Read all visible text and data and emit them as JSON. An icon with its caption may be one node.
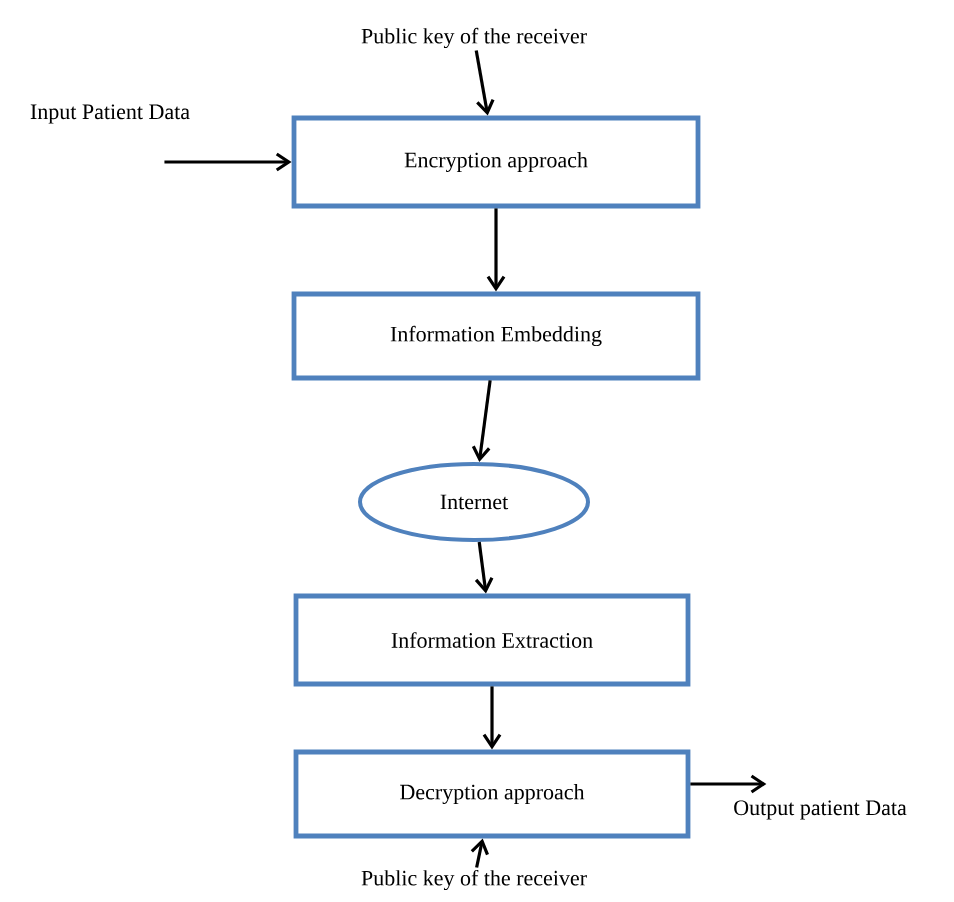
{
  "diagram": {
    "nodes": [
      {
        "text": [
          "Public key of the receiver"
        ]
      },
      {
        "text": [
          "Input Patient Data"
        ]
      },
      {
        "text": [
          "Encryption approach"
        ]
      },
      {
        "text": [
          "Information Embedding"
        ]
      },
      {
        "text": [
          "Internet"
        ]
      },
      {
        "text": [
          "Information Extraction"
        ]
      },
      {
        "text": [
          "Decryption approach"
        ]
      },
      {
        "text": [
          "Output patient Data"
        ]
      },
      {
        "text": [
          "Public key of the receiver"
        ]
      }
    ],
    "edges": [
      {
        "from": 0,
        "to": 2,
        "arrow": "to"
      },
      {
        "from": 1,
        "to": 2,
        "arrow": "to"
      },
      {
        "from": 2,
        "to": 3,
        "arrow": "to"
      },
      {
        "from": 3,
        "to": 4,
        "arrow": "to"
      },
      {
        "from": 4,
        "to": 5,
        "arrow": "to"
      },
      {
        "from": 5,
        "to": 6,
        "arrow": "to"
      },
      {
        "from": 6,
        "to": 7,
        "arrow": "to"
      },
      {
        "from": 8,
        "to": 6,
        "arrow": "to"
      }
    ]
  }
}
